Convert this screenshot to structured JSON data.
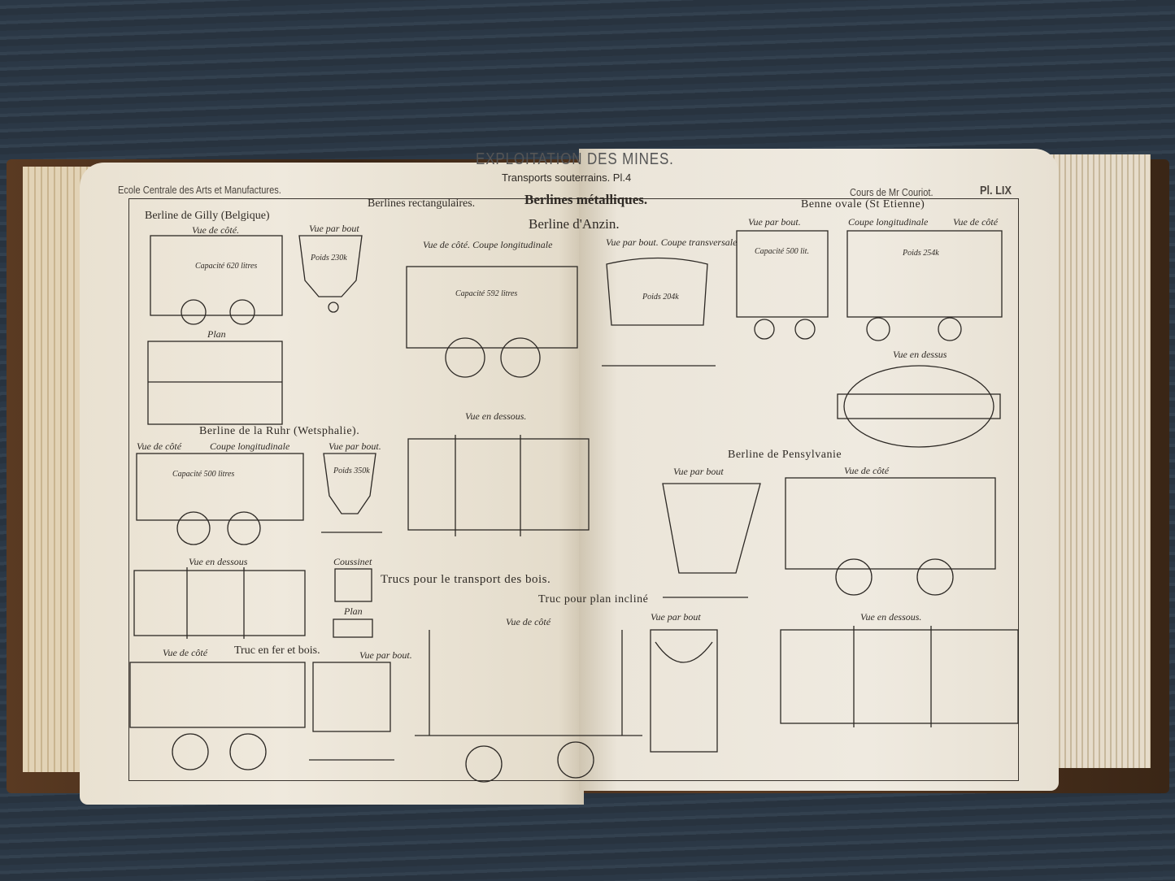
{
  "header": {
    "title": "EXPLOITATION DES MINES.",
    "subtitle": "Transports souterrains. Pl.4",
    "school": "Ecole Centrale des Arts et Manufactures.",
    "course": "Cours de Mr Couriot.",
    "plate": "Pl. LIX"
  },
  "sections": {
    "rect": "Berlines rectangulaires.",
    "metal": "Berlines métalliques.",
    "anzin": "Berline d'Anzin.",
    "gilly": "Berline de Gilly (Belgique)",
    "benne": "Benne ovale (St Etienne)",
    "ruhr": "Berline de la Ruhr (Wetsphalie).",
    "pens": "Berline de Pensylvanie",
    "trucs": "Trucs pour le transport des bois.",
    "plan_incline": "Truc pour plan incliné",
    "fer_bois": "Truc en fer et bois."
  },
  "labels": {
    "gilly_bout": "Vue par bout",
    "gilly_cote": "Vue de côté.",
    "gilly_plan": "Plan",
    "anzin_cote": "Vue de côté.  Coupe longitudinale",
    "anzin_bout": "Vue par bout. Coupe transversale",
    "anzin_dessous": "Vue en dessous.",
    "benne_bout": "Vue par bout.",
    "benne_coupe": "Coupe longitudinale",
    "benne_cote": "Vue de côté",
    "benne_dessus": "Vue en dessus",
    "ruhr_cote": "Vue de côté",
    "ruhr_coupe": "Coupe longitudinale",
    "ruhr_bout": "Vue par bout.",
    "ruhr_dessous": "Vue en dessous",
    "coussinet": "Coussinet",
    "plan2": "Plan",
    "pens_bout": "Vue par bout",
    "pens_cote": "Vue de côté",
    "pens_dessous": "Vue en dessous.",
    "incline_cote": "Vue de côté",
    "incline_bout": "Vue par bout",
    "bois_cote": "Vue de côté",
    "bois_bout": "Vue par bout."
  },
  "annotations": {
    "gilly_cap": "Capacité 620 litres",
    "gilly_poids": "Poids 230k",
    "anzin_cap": "Capacité 592 litres",
    "anzin_poids": "Poids 204k",
    "benne_cap": "Capacité 500 lit.",
    "benne_poids": "Poids 254k",
    "ruhr_cap": "Capacité   500 litres",
    "ruhr_poids": "Poids 350k"
  }
}
